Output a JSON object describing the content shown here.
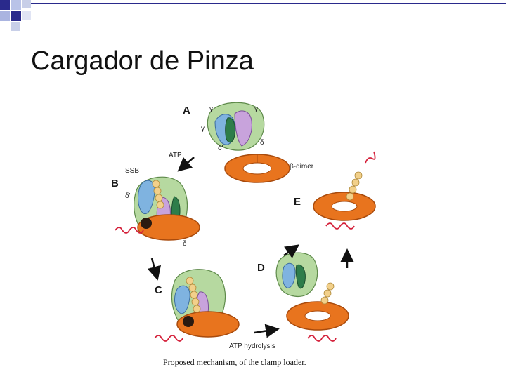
{
  "slide": {
    "title": "Cargador de Pinza"
  },
  "figure": {
    "step_labels": {
      "a": "A",
      "b": "B",
      "c": "C",
      "d": "D",
      "e": "E"
    },
    "annotations": {
      "atp": "ATP",
      "ssb": "SSB",
      "beta_dimer": "β-dimer",
      "atp_hydrolysis": "ATP hydrolysis",
      "gamma": "γ",
      "delta": "δ",
      "delta_prime": "δ'"
    },
    "caption": "Proposed mechanism, of the clamp loader."
  }
}
